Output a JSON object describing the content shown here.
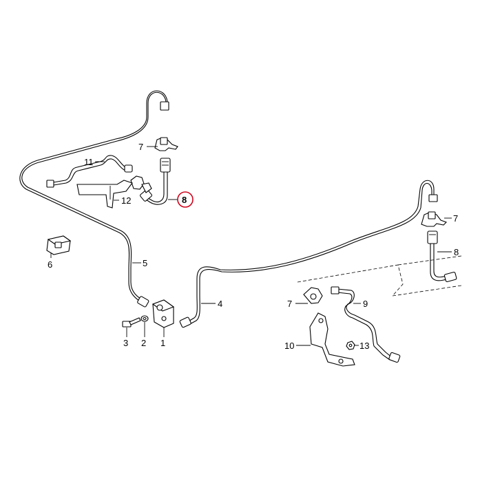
{
  "diagram": {
    "labels": {
      "p1": "1",
      "p2": "2",
      "p3": "3",
      "p4": "4",
      "p5": "5",
      "p6": "6",
      "p7a": "7",
      "p7b": "7",
      "p7c": "7",
      "p8a": "8",
      "p8b": "8",
      "p9": "9",
      "p10": "10",
      "p11": "11",
      "p12": "12",
      "p13": "13"
    },
    "highlight_color": "#d0021b",
    "line_color": "#000000"
  }
}
